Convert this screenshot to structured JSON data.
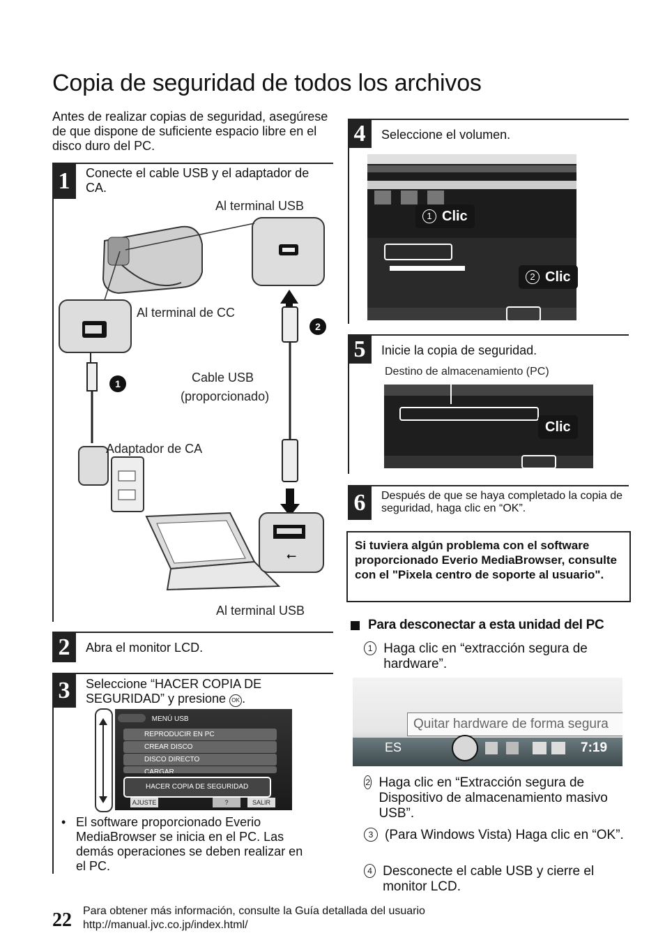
{
  "title": "Copia de seguridad de todos los archivos",
  "intro": "Antes de realizar copias de seguridad, asegúrese de que dispone de suficiente espacio libre en el disco duro del PC.",
  "steps": {
    "s1": {
      "num": "1",
      "text": "Conecte el cable USB y el adaptador de CA."
    },
    "s2": {
      "num": "2",
      "text": "Abra el monitor LCD."
    },
    "s3": {
      "num": "3",
      "text": "Seleccione “HACER COPIA DE SEGURIDAD” y presione",
      "ok_glyph": "OK"
    },
    "s4": {
      "num": "4",
      "text": "Seleccione el volumen."
    },
    "s5": {
      "num": "5",
      "text": "Inicie la copia de seguridad."
    },
    "s6": {
      "num": "6",
      "text": "Después de que se haya completado la copia de seguridad, haga clic en “OK”."
    }
  },
  "diagram": {
    "usb_terminal_top": "Al terminal USB",
    "dc_terminal": "Al terminal de CC",
    "usb_cable": "Cable USB",
    "usb_cable_note": "(proporcionado)",
    "ac_adapter": "Adaptador de CA",
    "usb_terminal_bottom": "Al terminal USB",
    "marker1": "1",
    "marker2": "2"
  },
  "camera_menu": {
    "header": "MENÚ USB",
    "items": [
      "REPRODUCIR EN PC",
      "CREAR DISCO",
      "DISCO DIRECTO",
      "CARGAR",
      "HACER COPIA DE SEGURIDAD"
    ],
    "left_button": "AJUSTE",
    "help_button": "?",
    "right_button": "SALIR"
  },
  "bullet_note": "El software proporcionado Everio MediaBrowser se inicia en el PC. Las demás operaciones se deben realizar en el PC.",
  "clic_labels": {
    "clic1_num": "1",
    "clic1": "Clic",
    "clic2_num": "2",
    "clic2": "Clic",
    "clic3": "Clic"
  },
  "destination_label": "Destino de almacenamiento (PC)",
  "software_note": "Si tuviera algún problema con el software proporcionado Everio MediaBrowser, consulte con el \"Pixela centro de soporte al usuario\".",
  "disconnect": {
    "heading": "Para desconectar a esta unidad del PC",
    "items": [
      {
        "n": "1",
        "text": "Haga clic en “extracción segura de hardware”."
      },
      {
        "n": "2",
        "text": "Haga clic en “Extracción segura de Dispositivo de almacenamiento masivo USB”."
      },
      {
        "n": "3",
        "text": "(Para Windows Vista) Haga clic en “OK”."
      },
      {
        "n": "4",
        "text": "Desconecte el cable USB y cierre el monitor LCD."
      }
    ],
    "tray": {
      "tooltip": "Quitar hardware de forma segura",
      "lang": "ES",
      "time": "7:19"
    }
  },
  "footer": {
    "page": "22",
    "line1": "Para obtener más información, consulte la Guía detallada del usuario",
    "line2": "http://manual.jvc.co.jp/index.html/"
  }
}
